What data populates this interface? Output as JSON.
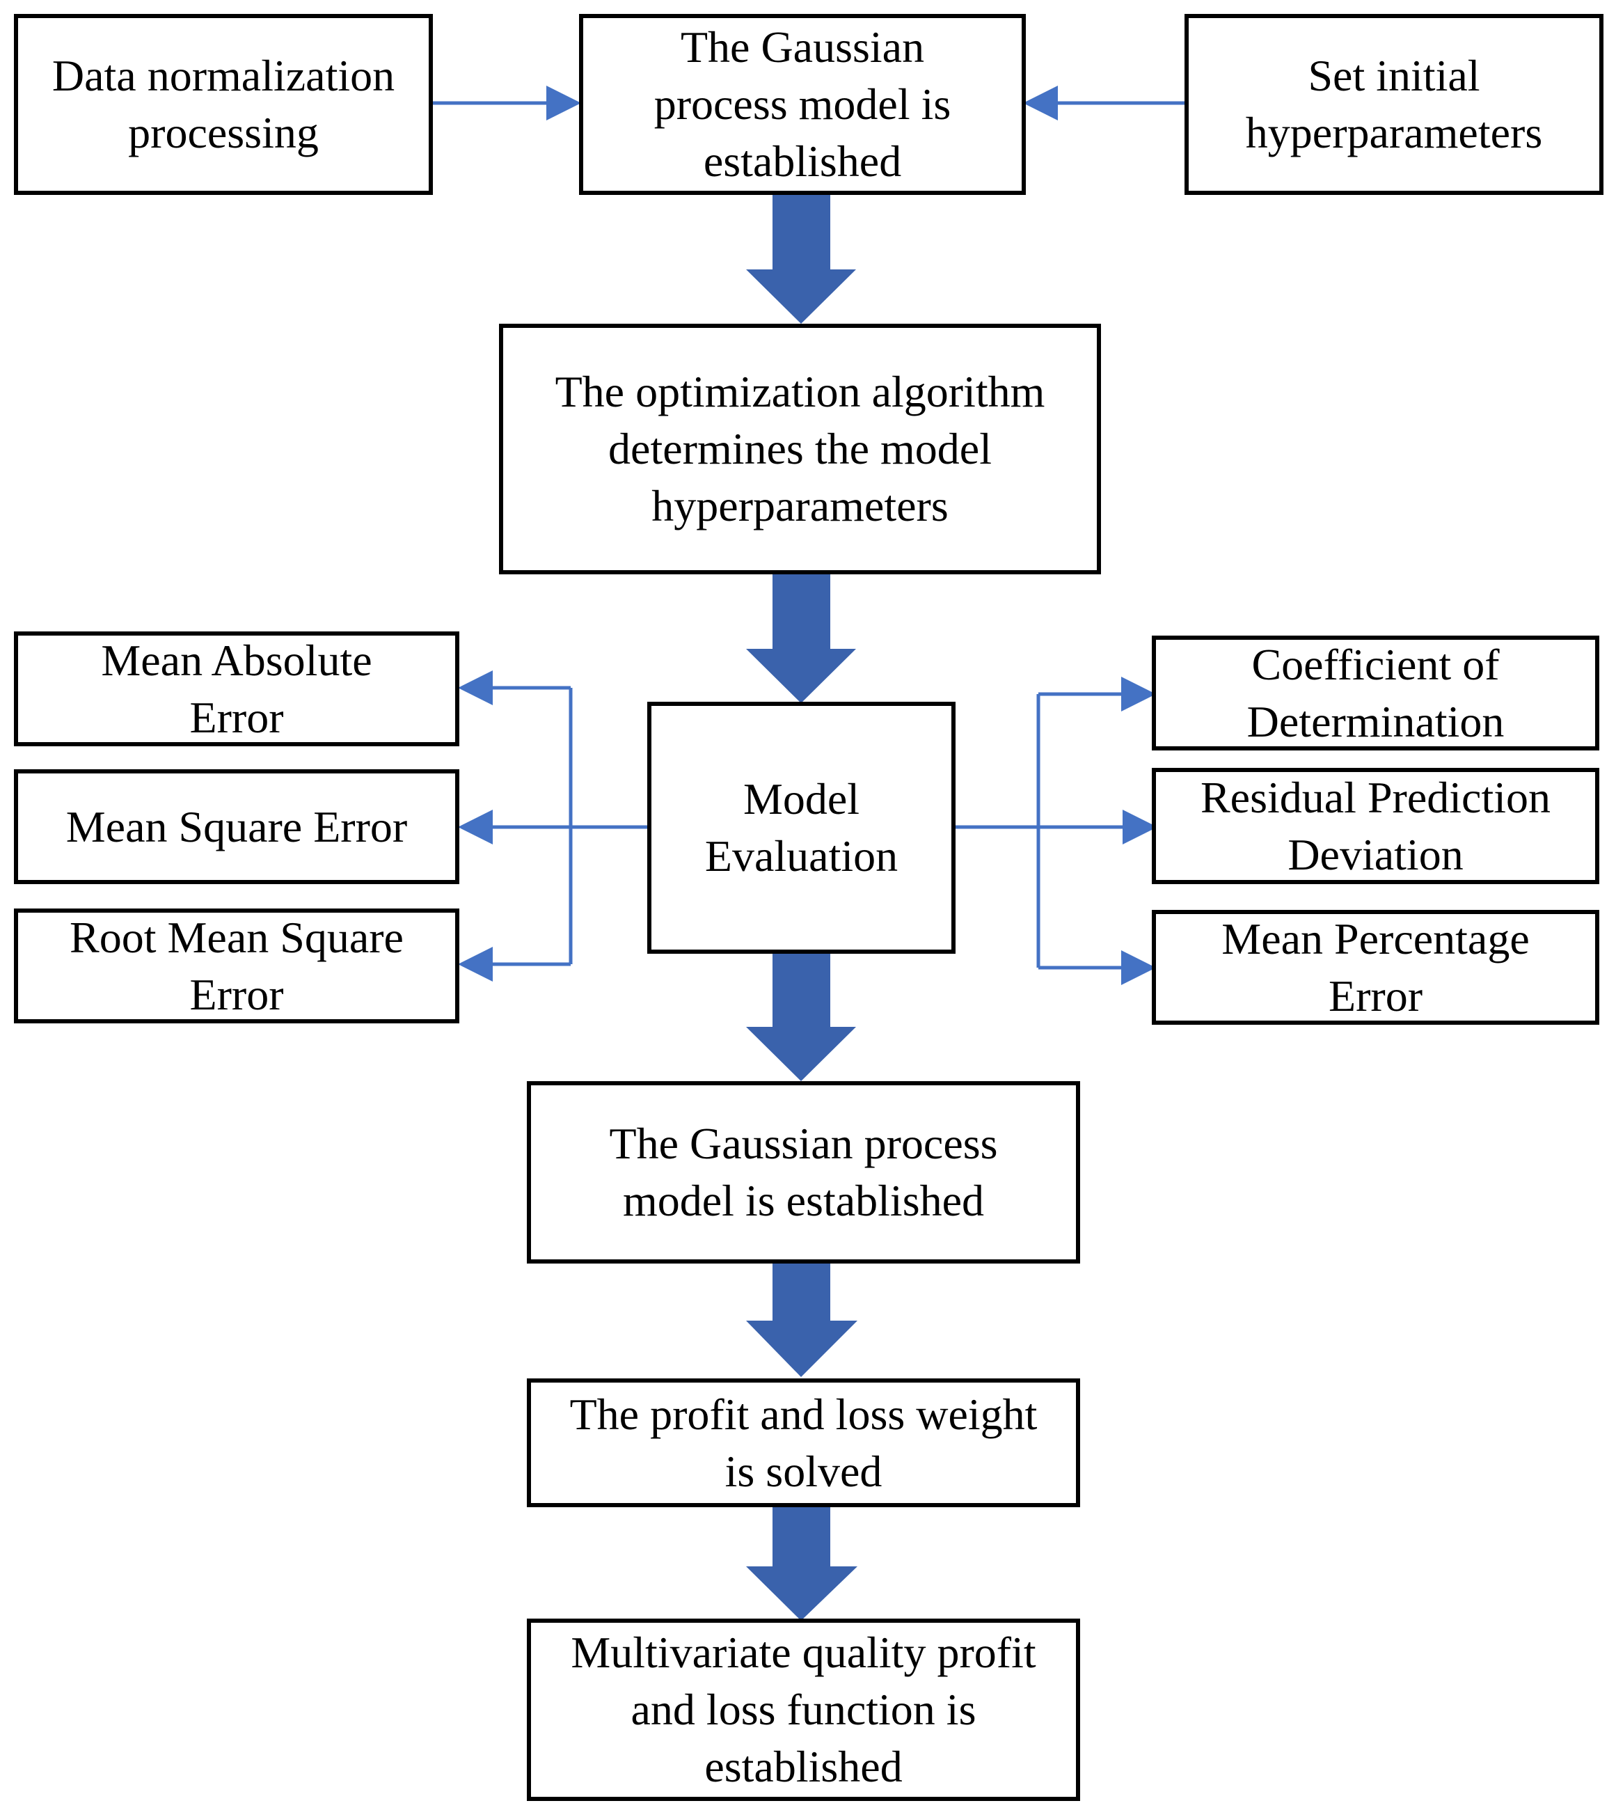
{
  "colors": {
    "connector": "#4472C4",
    "block_arrow": "#3A62AC",
    "box_border": "#000000",
    "text": "#000000"
  },
  "boxes": {
    "data_normalization": "Data normalization\nprocessing",
    "gp_model_initial": "The Gaussian\nprocess model is\nestablished",
    "set_hyperparameters": "Set initial\nhyperparameters",
    "optimization": "The optimization algorithm\ndetermines the model\nhyperparameters",
    "model_evaluation": "Model\nEvaluation",
    "mae": "Mean Absolute\nError",
    "mse": "Mean Square Error",
    "rmse": "Root Mean Square\nError",
    "r2": "Coefficient of\nDetermination",
    "rpd": "Residual Prediction\nDeviation",
    "mpe": "Mean Percentage\nError",
    "gp_model_final": "The Gaussian process\nmodel is established",
    "profit_loss_weight": "The profit and loss weight\nis solved",
    "quality_function": "Multivariate quality profit\nand loss function is\nestablished"
  }
}
